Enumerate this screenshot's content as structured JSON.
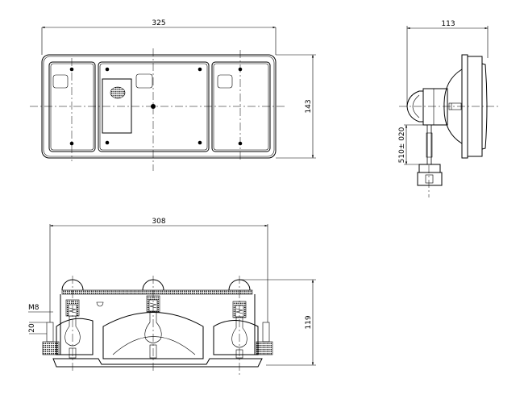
{
  "drawing": {
    "front_view": {
      "width_dim": "325",
      "height_dim": "143"
    },
    "side_view": {
      "depth_dim": "113",
      "cable_dim": "510± 020"
    },
    "bottom_view": {
      "width_dim": "308",
      "height_dim": "119",
      "thread_label": "M8",
      "stud_dim": "20"
    }
  }
}
